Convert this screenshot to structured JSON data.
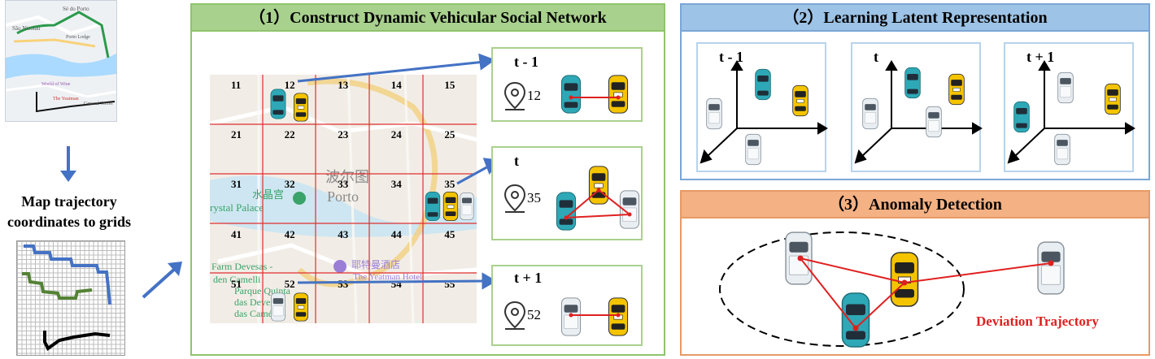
{
  "left": {
    "map_labels": [
      "Sé do Porto",
      "São Nicolau",
      "Porto Lodge",
      "World of Wine",
      "The Yeatman",
      "General Torres"
    ],
    "caption": [
      "Map trajectory",
      "coordinates to grids"
    ]
  },
  "panel1": {
    "title": "（1）Construct Dynamic Vehicular Social Network",
    "grid_rows": [
      [
        "11",
        "12",
        "13",
        "14",
        "15"
      ],
      [
        "21",
        "22",
        "23",
        "24",
        "25"
      ],
      [
        "31",
        "32",
        "33",
        "34",
        "35"
      ],
      [
        "41",
        "42",
        "43",
        "44",
        "45"
      ],
      [
        "51",
        "52",
        "53",
        "54",
        "55"
      ]
    ],
    "map_labels": [
      "波尔图",
      "Porto",
      "水晶宫",
      "rystal Palace",
      "Farm Devesas -",
      "den Camelli",
      "Parque Quinta",
      "das Devesas",
      "das Camélias",
      "耶特曼酒店",
      "The Yeatman Hotel"
    ],
    "snapshots": [
      {
        "label": "t - 1",
        "cell": "12"
      },
      {
        "label": "t",
        "cell": "35"
      },
      {
        "label": "t + 1",
        "cell": "52"
      }
    ]
  },
  "panel2": {
    "title": "（2）Learning Latent Representation",
    "frames": [
      "t - 1",
      "t",
      "t + 1"
    ]
  },
  "panel3": {
    "title": "（3）Anomaly Detection",
    "deviation_label": "Deviation Trajectory"
  },
  "colors": {
    "green_head": "#a9d18e",
    "blue_head": "#9dc3e6",
    "orange_head": "#f4b183",
    "arrow": "#4472c4",
    "edge": "#e02020",
    "taxi": "#f5c400",
    "teal_car": "#2ea8b6",
    "white_car": "#e9eef2"
  },
  "icons": [
    "map-pin-icon",
    "taxi-icon",
    "teal-car-icon",
    "white-car-icon",
    "arrow-icon"
  ]
}
